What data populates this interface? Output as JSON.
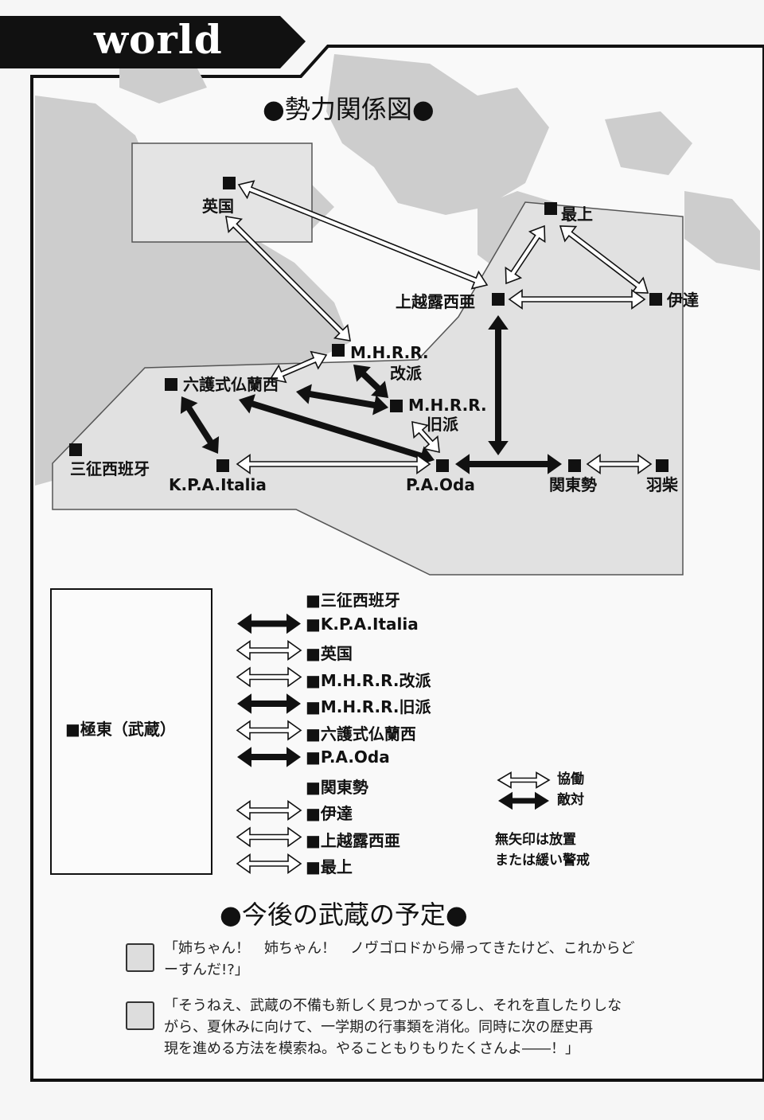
{
  "header": {
    "title": "world"
  },
  "diagram": {
    "title": "●勢力関係図●",
    "nodes": [
      {
        "id": "eikoku",
        "label": "英国"
      },
      {
        "id": "mogami",
        "label": "最上"
      },
      {
        "id": "uesugi",
        "label": "上越露西亜"
      },
      {
        "id": "date",
        "label": "伊達"
      },
      {
        "id": "mhrr_kai",
        "label": "M.H.R.R.",
        "sub": "改派"
      },
      {
        "id": "mhrr_kyu",
        "label": "M.H.R.R.",
        "sub": "旧派"
      },
      {
        "id": "rokugo",
        "label": "六護式仏蘭西"
      },
      {
        "id": "sansei",
        "label": "三征西班牙"
      },
      {
        "id": "kpa",
        "label": "K.P.A.Italia"
      },
      {
        "id": "paoda",
        "label": "P.A.Oda"
      },
      {
        "id": "kanto",
        "label": "関東勢"
      },
      {
        "id": "hashiba",
        "label": "羽柴"
      }
    ],
    "edges": [
      {
        "from": "eikoku",
        "to": "uesugi",
        "kind": "cooperation"
      },
      {
        "from": "eikoku",
        "to": "mhrr_kai",
        "kind": "cooperation"
      },
      {
        "from": "mogami",
        "to": "uesugi",
        "kind": "cooperation"
      },
      {
        "from": "mogami",
        "to": "date",
        "kind": "cooperation"
      },
      {
        "from": "uesugi",
        "to": "date",
        "kind": "cooperation"
      },
      {
        "from": "uesugi",
        "to": "paoda",
        "kind": "hostility"
      },
      {
        "from": "mhrr_kai",
        "to": "rokugo",
        "kind": "cooperation"
      },
      {
        "from": "mhrr_kai",
        "to": "mhrr_kyu",
        "kind": "hostility"
      },
      {
        "from": "rokugo",
        "to": "mhrr_kyu",
        "kind": "hostility"
      },
      {
        "from": "rokugo",
        "to": "paoda",
        "kind": "hostility"
      },
      {
        "from": "rokugo",
        "to": "kpa",
        "kind": "hostility"
      },
      {
        "from": "mhrr_kyu",
        "to": "paoda",
        "kind": "cooperation"
      },
      {
        "from": "kpa",
        "to": "paoda",
        "kind": "cooperation"
      },
      {
        "from": "paoda",
        "to": "kanto",
        "kind": "hostility"
      },
      {
        "from": "kanto",
        "to": "hashiba",
        "kind": "cooperation"
      }
    ]
  },
  "relations": {
    "center_label": "■極東（武蔵）",
    "items": [
      {
        "label": "■三征西班牙",
        "kind": "none"
      },
      {
        "label": "■K.P.A.Italia",
        "kind": "hostility"
      },
      {
        "label": "■英国",
        "kind": "cooperation"
      },
      {
        "label": "■M.H.R.R.改派",
        "kind": "cooperation"
      },
      {
        "label": "■M.H.R.R.旧派",
        "kind": "hostility"
      },
      {
        "label": "■六護式仏蘭西",
        "kind": "cooperation"
      },
      {
        "label": "■P.A.Oda",
        "kind": "hostility"
      },
      {
        "label": "■関東勢",
        "kind": "none"
      },
      {
        "label": "■伊達",
        "kind": "cooperation"
      },
      {
        "label": "■上越露西亜",
        "kind": "cooperation"
      },
      {
        "label": "■最上",
        "kind": "cooperation"
      }
    ],
    "legend": {
      "cooperation": "協働",
      "hostility": "敵対",
      "note_line1": "無矢印は放置",
      "note_line2": "または緩い警戒"
    }
  },
  "schedule": {
    "title": "●今後の武蔵の予定●",
    "dialogue": [
      {
        "line1": "「姉ちゃん！　姉ちゃん！　ノヴゴロドから帰ってきたけど、これからど",
        "line2": "ーすんだ!?」"
      },
      {
        "line1": "「そうねえ、武蔵の不備も新しく見つかってるし、それを直したりしな",
        "line2": "がら、夏休みに向けて、一学期の行事類を消化。同時に次の歴史再",
        "line3": "現を進める方法を模索ね。やることもりもりたくさんよ――！」"
      }
    ]
  },
  "colors": {
    "ink": "#111111",
    "map_land": "#cdcdcd",
    "region": "#e1e1e1",
    "page": "#f6f6f6"
  }
}
